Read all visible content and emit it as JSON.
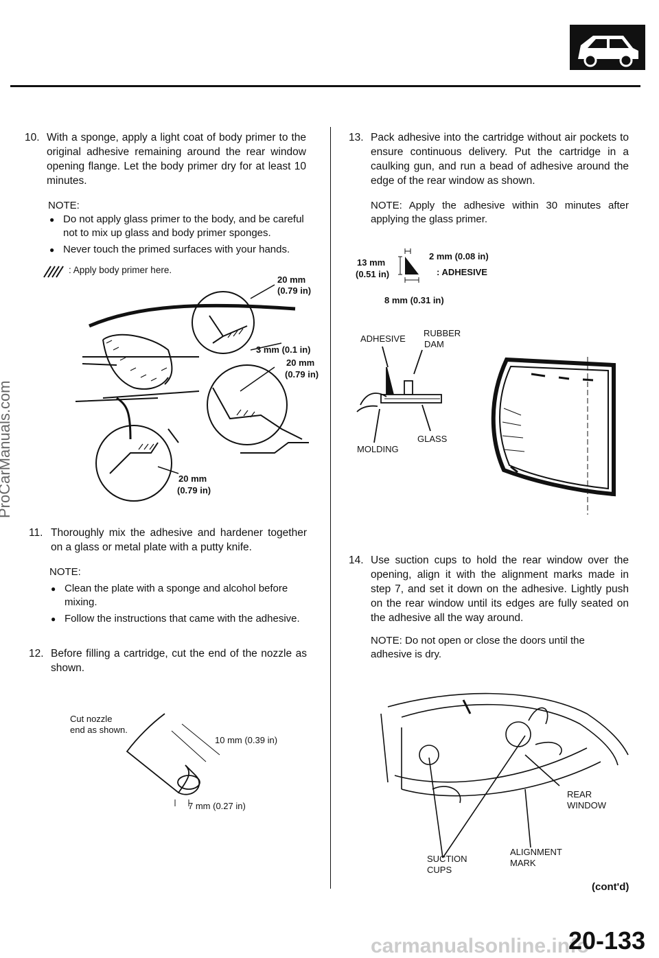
{
  "page_number": "20-133",
  "watermark_side": "ProCarManuals.com",
  "watermark_bottom": "carmanualsonline.info",
  "left": {
    "step10": {
      "num": "10.",
      "text": "With a sponge, apply a light coat of body primer to the original adhesive remaining around the rear window opening flange. Let the body primer dry for at least 10 minutes."
    },
    "note10": {
      "label": "NOTE:",
      "bullets": [
        "Do not apply glass primer to the body, and be careful not to mix up glass and body primer sponges.",
        "Never touch the primed surfaces with your hands."
      ]
    },
    "legend_text": ": Apply body primer here.",
    "fig1_labels": {
      "dim1": "20 mm",
      "dim1b": "(0.79 in)",
      "dim2": "3 mm (0.1 in)",
      "dim3": "20 mm",
      "dim3b": "(0.79 in)",
      "dim4": "20 mm",
      "dim4b": "(0.79 in)"
    },
    "step11": {
      "num": "11.",
      "text": "Thoroughly mix the adhesive and hardener together on a glass or metal plate with a putty knife."
    },
    "note11": {
      "label": "NOTE:",
      "bullets": [
        "Clean the plate with a sponge and alcohol before mixing.",
        "Follow the instructions that came with the adhesive."
      ]
    },
    "step12": {
      "num": "12.",
      "text": "Before filling a cartridge, cut the end of the nozzle as shown."
    },
    "fig2_labels": {
      "cut1": "Cut nozzle",
      "cut2": "end as shown.",
      "dim1": "10 mm (0.39 in)",
      "dim2": "7 mm (0.27 in)"
    }
  },
  "right": {
    "step13": {
      "num": "13.",
      "text": "Pack adhesive into the cartridge without air pockets to ensure continuous delivery. Put the cartridge in a caulking gun, and run a bead of adhesive around the edge of the rear window as shown."
    },
    "note13": "NOTE: Apply the adhesive within 30 minutes after applying the glass primer.",
    "fig3_labels": {
      "d1": "13 mm",
      "d1b": "(0.51 in)",
      "d2": "2 mm (0.08 in)",
      "adh": ": ADHESIVE",
      "d3": "8 mm (0.31 in)",
      "adhesive": "ADHESIVE",
      "rubber": "RUBBER",
      "dam": "DAM",
      "molding": "MOLDING",
      "glass": "GLASS"
    },
    "step14": {
      "num": "14.",
      "text": "Use suction cups to hold the rear window over the opening, align it with the alignment marks made in step 7, and set it down on the adhesive. Lightly push on the rear window until its edges are fully seated on the adhesive all the way around."
    },
    "note14": "NOTE: Do not open or close the doors until the adhesive is dry.",
    "fig4_labels": {
      "rear": "REAR",
      "window": "WINDOW",
      "suction": "SUCTION",
      "cups": "CUPS",
      "align": "ALIGNMENT",
      "mark": "MARK"
    },
    "contd": "(cont'd)"
  }
}
